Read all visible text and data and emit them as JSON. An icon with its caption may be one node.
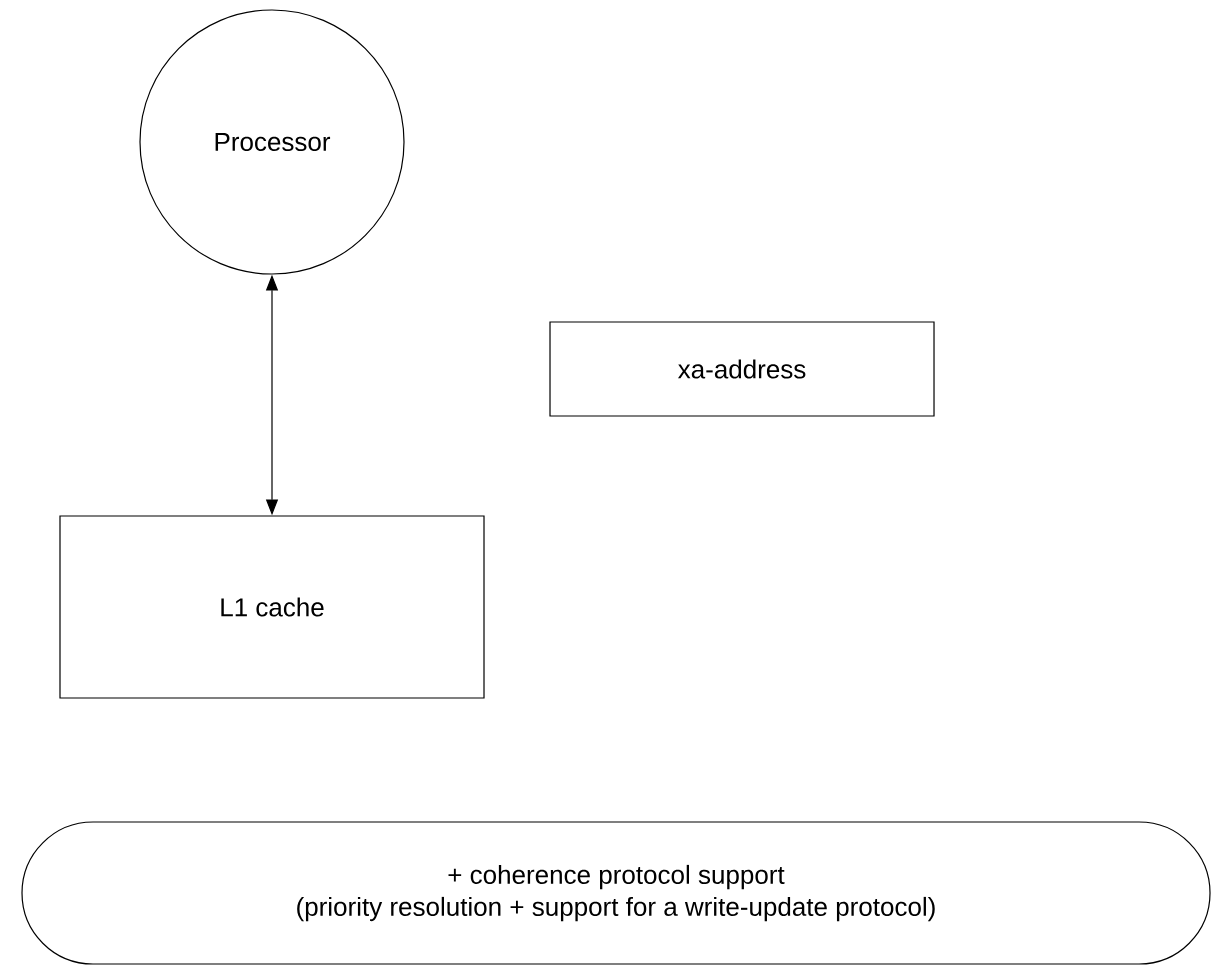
{
  "diagram": {
    "nodes": [
      {
        "text": [
          "Processor"
        ]
      },
      {
        "text": [
          "xa-address"
        ]
      },
      {
        "text": [
          "L1 cache"
        ]
      },
      {
        "text": [
          "+ coherence protocol support",
          "(priority resolution + support for a write-update protocol)"
        ]
      }
    ],
    "edges": [
      {
        "from": 0,
        "to": 2,
        "arrow": "both"
      }
    ]
  }
}
